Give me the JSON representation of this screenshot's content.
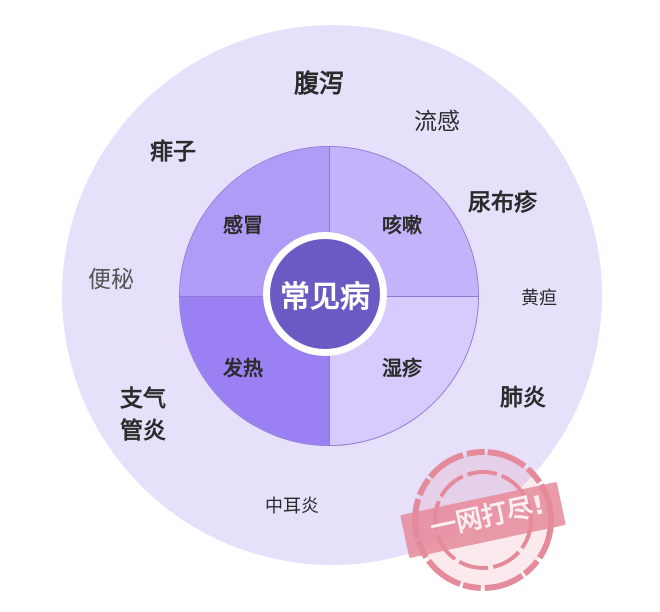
{
  "diagram": {
    "center_label": "常见病",
    "inner_quadrants": [
      {
        "label": "感冒",
        "position": "top-left",
        "color": "#b09cf6"
      },
      {
        "label": "咳嗽",
        "position": "top-right",
        "color": "#c4b3fa"
      },
      {
        "label": "发热",
        "position": "bottom-left",
        "color": "#9a80f2"
      },
      {
        "label": "湿疹",
        "position": "bottom-right",
        "color": "#d6cbfc"
      }
    ],
    "outer_labels": [
      {
        "label": "腹泻"
      },
      {
        "label": "流感"
      },
      {
        "label": "痱子"
      },
      {
        "label": "尿布疹"
      },
      {
        "label": "便秘"
      },
      {
        "label": "黄疸"
      },
      {
        "label": "支气"
      },
      {
        "label": "管炎"
      },
      {
        "label": "肺炎"
      },
      {
        "label": "中耳炎"
      }
    ],
    "stamp_text": "一网打尽!",
    "colors": {
      "outer_ring": "#e7e0fb",
      "hub": "#6a5bc4",
      "stamp": "#e58a9a"
    }
  }
}
